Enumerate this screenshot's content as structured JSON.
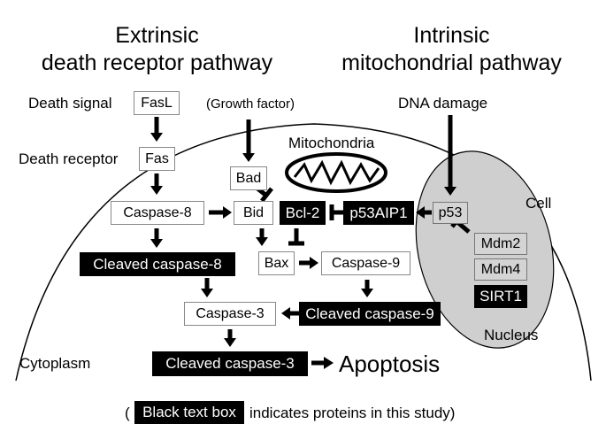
{
  "headings": {
    "extrinsic": [
      "Extrinsic",
      "death receptor pathway"
    ],
    "intrinsic": [
      "Intrinsic",
      "mitochondrial pathway"
    ]
  },
  "labels": {
    "death_signal": "Death signal",
    "growth_factor": "(Growth factor)",
    "dna_damage": "DNA damage",
    "death_receptor": "Death receptor",
    "mitochondria": "Mitochondria",
    "cell": "Cell",
    "nucleus": "Nucleus",
    "cytoplasm": "Cytoplasm",
    "apoptosis": "Apoptosis"
  },
  "nodes": {
    "fasl": "FasL",
    "fas": "Fas",
    "bad": "Bad",
    "caspase8": "Caspase-8",
    "bid": "Bid",
    "bcl2": "Bcl-2",
    "p53aip1": "p53AIP1",
    "p53": "p53",
    "cleaved_caspase8": "Cleaved caspase-8",
    "bax": "Bax",
    "caspase9": "Caspase-9",
    "mdm2": "Mdm2",
    "mdm4": "Mdm4",
    "sirt1": "SIRT1",
    "caspase3": "Caspase-3",
    "cleaved_caspase9": "Cleaved caspase-9",
    "cleaved_caspase3": "Cleaved caspase-3"
  },
  "legend": {
    "open_paren": "(",
    "box_text": "Black text box",
    "rest": "indicates proteins in this study)"
  },
  "colors": {
    "study_protein_fill": "#000000",
    "nucleus_fill": "#cfcfcf",
    "gray_box_fill": "#d4d4d4"
  }
}
